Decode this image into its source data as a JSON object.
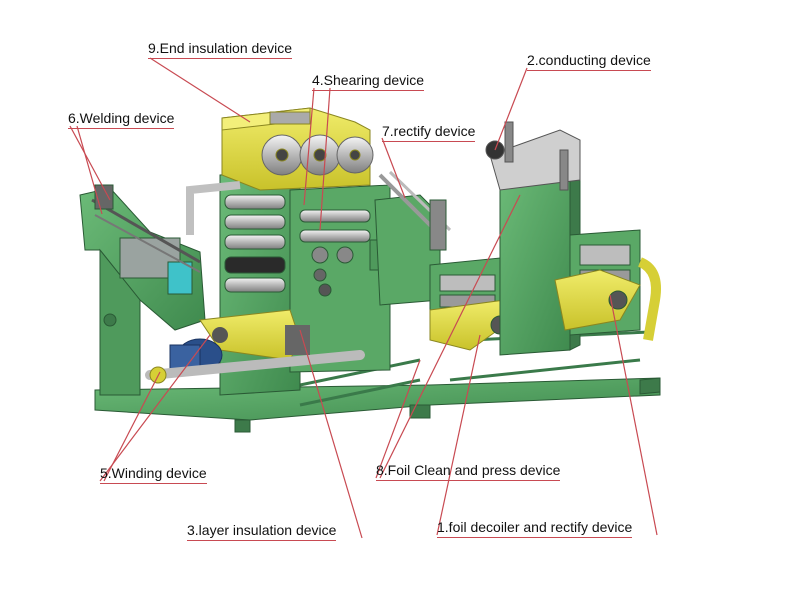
{
  "labels": [
    {
      "id": "end-insulation",
      "text": "9.End insulation device"
    },
    {
      "id": "conducting",
      "text": "2.conducting device"
    },
    {
      "id": "shearing",
      "text": "4.Shearing device"
    },
    {
      "id": "welding",
      "text": "6.Welding device"
    },
    {
      "id": "rectify",
      "text": "7.rectify device"
    },
    {
      "id": "winding",
      "text": "5.Winding device"
    },
    {
      "id": "foil-clean",
      "text": "8.Foil Clean and press device"
    },
    {
      "id": "layer-insulation",
      "text": "3.layer insulation device"
    },
    {
      "id": "foil-decoiler",
      "text": "1.foil decoiler and rectify device"
    }
  ],
  "colors": {
    "frame_green": "#4f9a5c",
    "frame_dark": "#2f6a3e",
    "accent_yellow": "#e2dc3c",
    "leader_red": "#c84a52",
    "motor_blue": "#2a4f8a"
  }
}
